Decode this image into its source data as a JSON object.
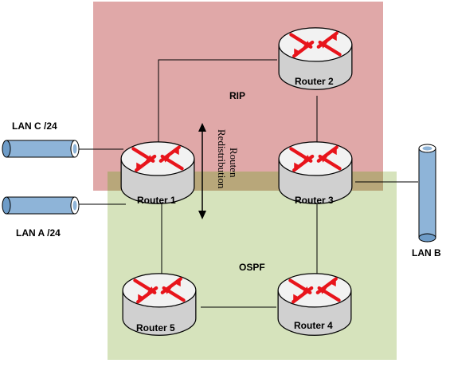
{
  "colors": {
    "rip_zone": "#E0A8A8",
    "ospf_zone": "#D6E3BC",
    "overlap_zone": "#B8A77A",
    "router_body": "#D9D9D9",
    "arrow_red": "#E8141B",
    "cable_blue": "#8EB4D8",
    "link": "#000000"
  },
  "zones": {
    "rip": {
      "label": "RIP"
    },
    "ospf": {
      "label": "OSPF"
    }
  },
  "routers": [
    {
      "id": "r1",
      "label": "Router 1",
      "icon": "router-icon"
    },
    {
      "id": "r2",
      "label": "Router 2",
      "icon": "router-icon"
    },
    {
      "id": "r3",
      "label": "Router 3",
      "icon": "router-icon"
    },
    {
      "id": "r4",
      "label": "Router 4",
      "icon": "router-icon"
    },
    {
      "id": "r5",
      "label": "Router 5",
      "icon": "router-icon"
    }
  ],
  "lans": {
    "lan_c": {
      "label": "LAN C /24",
      "icon": "lan-cable-icon"
    },
    "lan_a": {
      "label": "LAN A /24",
      "icon": "lan-cable-icon"
    },
    "lan_b": {
      "label": "LAN B",
      "icon": "lan-cable-icon"
    }
  },
  "redistribution": {
    "line1": "Routen",
    "line2": "Redistribution",
    "icon": "double-arrow-icon"
  },
  "links": [
    {
      "from": "r1",
      "to": "r2"
    },
    {
      "from": "r2",
      "to": "r3"
    },
    {
      "from": "r1",
      "to": "r5"
    },
    {
      "from": "r3",
      "to": "r4"
    },
    {
      "from": "r5",
      "to": "r4"
    },
    {
      "from": "r1",
      "to": "lan_c"
    },
    {
      "from": "r1",
      "to": "lan_a"
    },
    {
      "from": "r3",
      "to": "lan_b"
    }
  ]
}
